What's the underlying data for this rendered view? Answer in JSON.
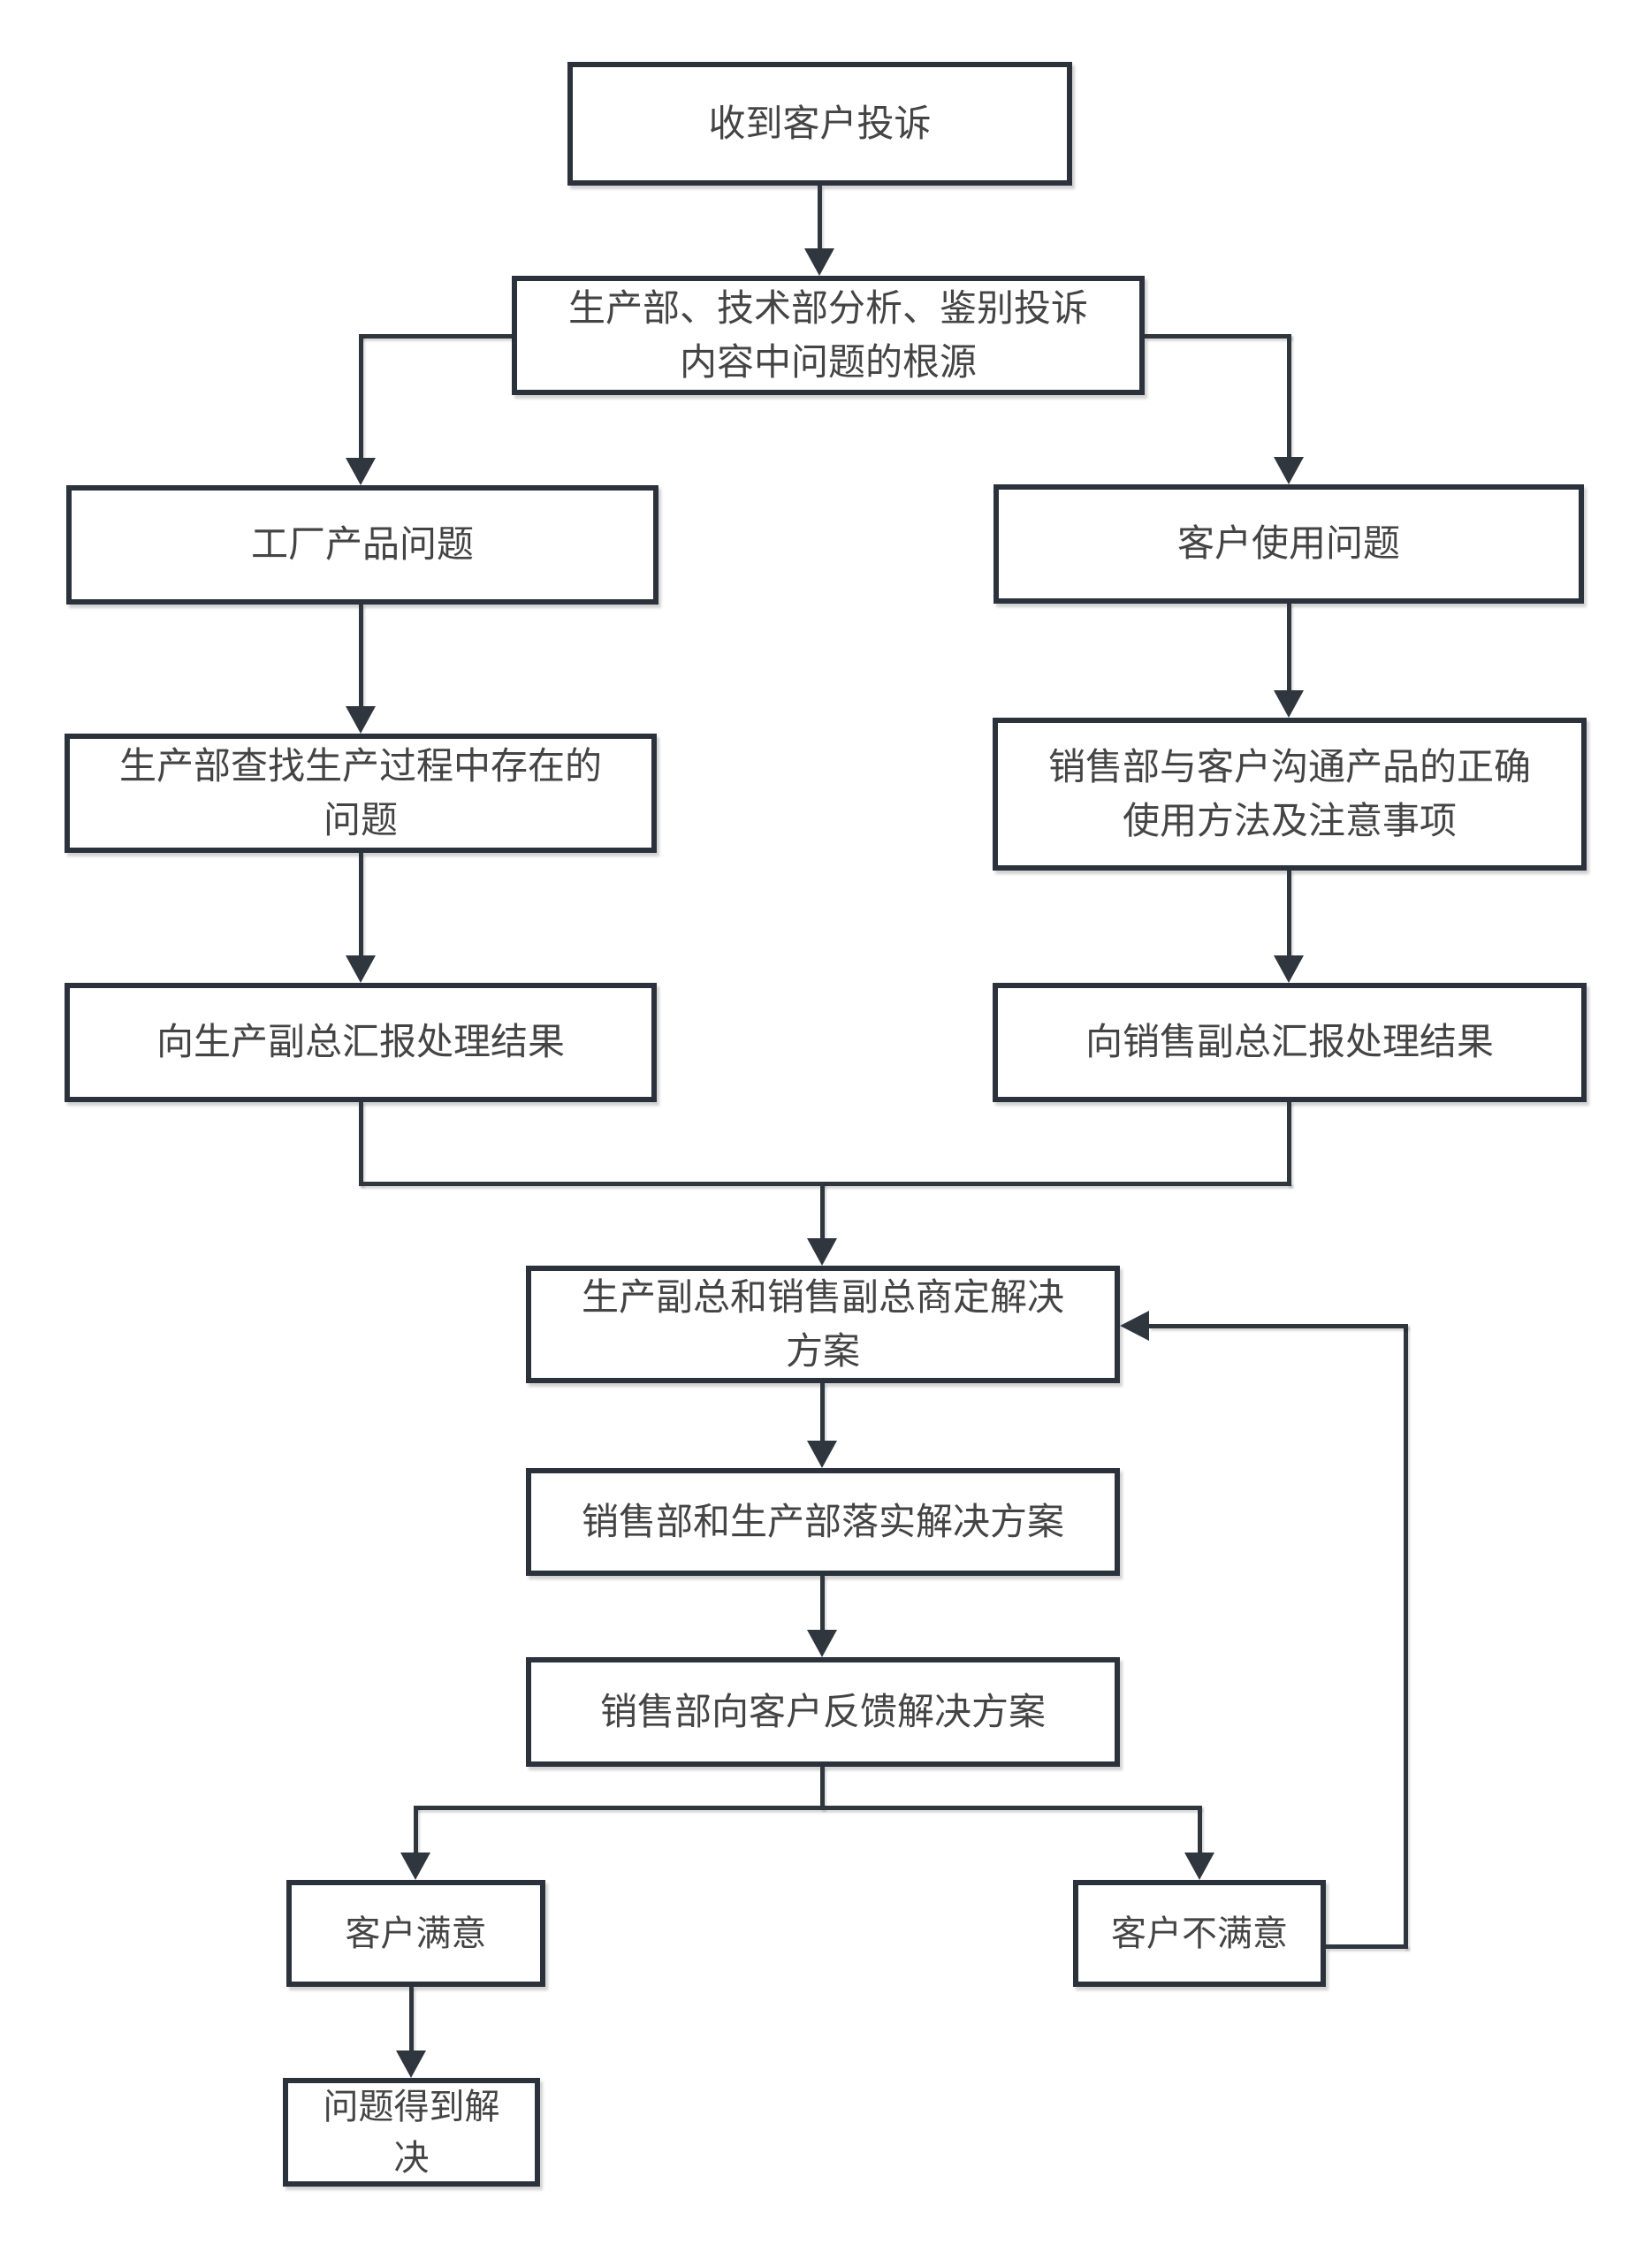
{
  "diagram": {
    "nodes": [
      {
        "id": "receive-complaint",
        "label": "收到客户投诉"
      },
      {
        "id": "analyze-root-cause",
        "label": "生产部、技术部分析、鉴别投诉\n内容中问题的根源"
      },
      {
        "id": "factory-product-problem",
        "label": "工厂产品问题"
      },
      {
        "id": "customer-usage-problem",
        "label": "客户使用问题"
      },
      {
        "id": "production-find-problem",
        "label": "生产部查找生产过程中存在的\n问题"
      },
      {
        "id": "sales-communicate-usage",
        "label": "销售部与客户沟通产品的正确\n使用方法及注意事项"
      },
      {
        "id": "report-production-vp",
        "label": "向生产副总汇报处理结果"
      },
      {
        "id": "report-sales-vp",
        "label": "向销售副总汇报处理结果"
      },
      {
        "id": "vps-decide-solution",
        "label": "生产副总和销售副总商定解决\n方案"
      },
      {
        "id": "implement-solution",
        "label": "销售部和生产部落实解决方案"
      },
      {
        "id": "feedback-solution",
        "label": "销售部向客户反馈解决方案"
      },
      {
        "id": "customer-satisfied",
        "label": "客户满意"
      },
      {
        "id": "customer-unsatisfied",
        "label": "客户不满意"
      },
      {
        "id": "problem-solved",
        "label": "问题得到解\n决"
      }
    ],
    "colors": {
      "border": "#2b323b",
      "line": "#2f363e",
      "text": "#444444",
      "background": "#ffffff"
    }
  }
}
